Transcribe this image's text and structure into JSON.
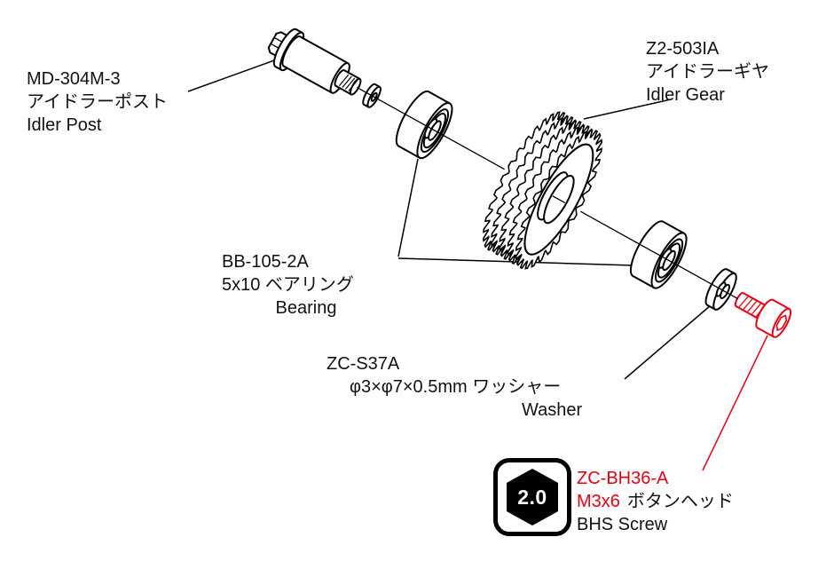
{
  "diagram": {
    "type": "exploded-parts-diagram",
    "colors": {
      "line": "#000000",
      "red": "#e60012",
      "background": "#ffffff"
    },
    "labels": {
      "idler_post": {
        "part_no": "MD-304M-3",
        "jp": "アイドラーポスト",
        "en": "Idler Post"
      },
      "idler_gear": {
        "part_no": "Z2-503IA",
        "jp": "アイドラーギヤ",
        "en": "Idler Gear"
      },
      "bearing": {
        "part_no": "BB-105-2A",
        "jp": "5x10 ベアリング",
        "en": "Bearing"
      },
      "washer": {
        "part_no": "ZC-S37A",
        "jp": "φ3×φ7×0.5mm ワッシャー",
        "en": "Washer"
      },
      "bhs_screw": {
        "part_no": "ZC-BH36-A",
        "size": "M3x6",
        "jp": "ボタンヘッド",
        "en": "BHS Screw"
      },
      "hex_key_badge": {
        "value": "2.0"
      }
    }
  }
}
